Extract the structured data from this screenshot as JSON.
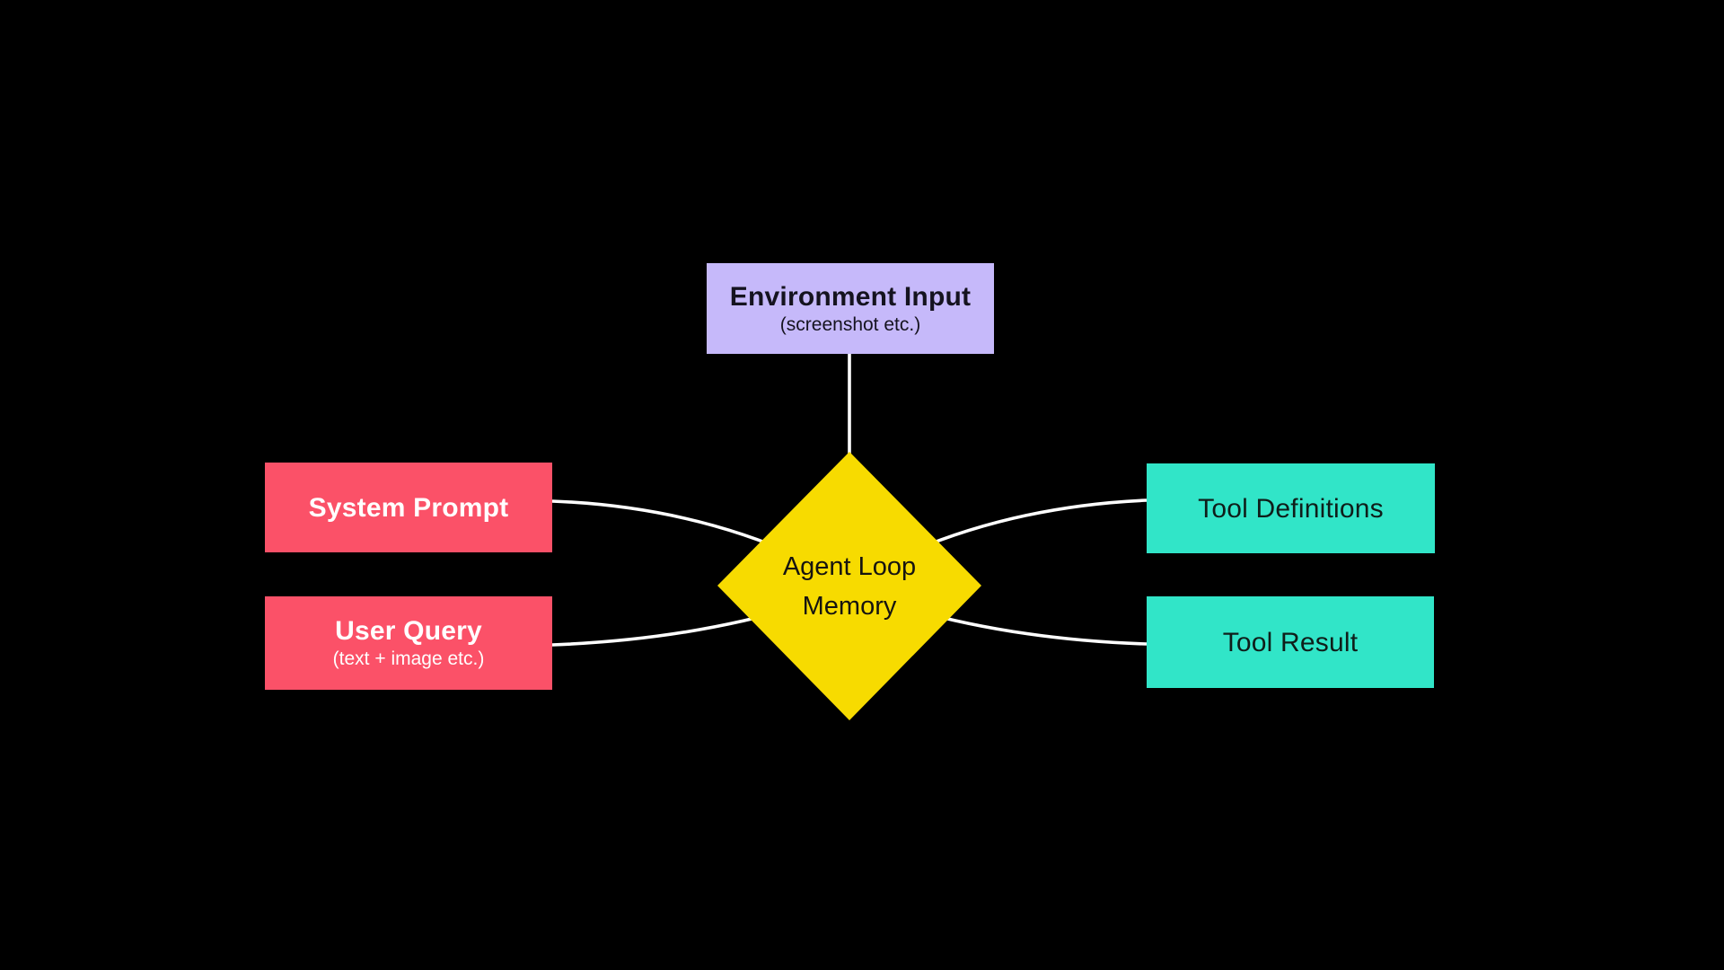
{
  "canvas": {
    "background": "#000000",
    "connector_color": "#FFFFFF"
  },
  "nodes": {
    "environment_input": {
      "title": "Environment Input",
      "subtitle": "(screenshot etc.)",
      "color": "#C6B9FA",
      "text_color": "#15131F"
    },
    "system_prompt": {
      "title": "System Prompt",
      "color": "#FB5168",
      "text_color": "#FFFFFF"
    },
    "user_query": {
      "title": "User Query",
      "subtitle": "(text + image etc.)",
      "color": "#FB5168",
      "text_color": "#FFFFFF"
    },
    "agent_loop_memory": {
      "line1": "Agent Loop",
      "line2": "Memory",
      "color": "#F7DB00",
      "text_color": "#161410"
    },
    "tool_definitions": {
      "title": "Tool Definitions",
      "color": "#31E5C8",
      "text_color": "#0F1E1A"
    },
    "tool_result": {
      "title": "Tool Result",
      "color": "#31E5C8",
      "text_color": "#0F1E1A"
    }
  }
}
